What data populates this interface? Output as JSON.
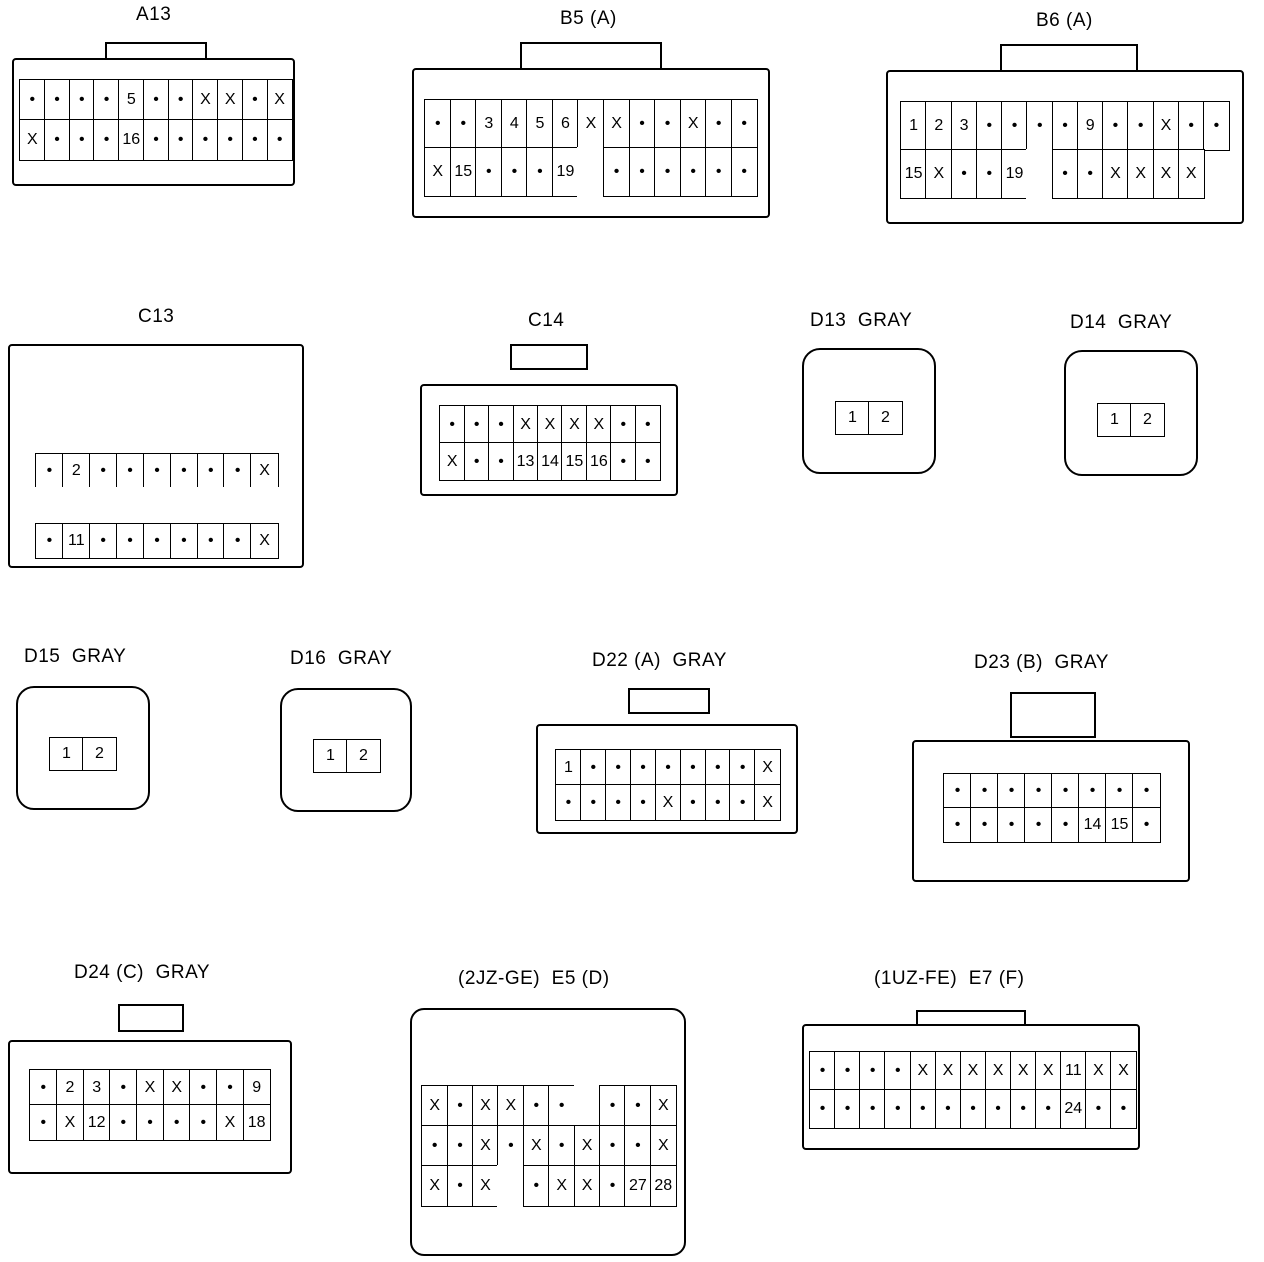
{
  "connectors": {
    "A13": {
      "label": "A13",
      "rows": [
        [
          "•",
          "•",
          "•",
          "•",
          "5",
          "•",
          "•",
          "X",
          "X",
          "•",
          "X"
        ],
        [
          "X",
          "•",
          "•",
          "•",
          "16",
          "•",
          "•",
          "•",
          "•",
          "•",
          "•"
        ]
      ]
    },
    "B5": {
      "label": "B5 (A)",
      "rows": [
        [
          "•",
          "•",
          "3",
          "4",
          "5",
          "6",
          "X",
          "X",
          "•",
          "•",
          "X",
          "•",
          "•"
        ],
        [
          "X",
          "15",
          "•",
          "•",
          "•",
          "19",
          "",
          "•",
          "•",
          "•",
          "•",
          "•",
          "•"
        ]
      ]
    },
    "B6": {
      "label": "B6 (A)",
      "rows": [
        [
          "1",
          "2",
          "3",
          "•",
          "•",
          "•",
          "•",
          "9",
          "•",
          "•",
          "X",
          "•"
        ],
        [
          "•",
          "15",
          "X",
          "•",
          "•",
          "19",
          "",
          "•",
          "•",
          "X",
          "X",
          "X",
          "X"
        ]
      ]
    },
    "C13": {
      "label": "C13",
      "rows": [
        [
          "•",
          "2",
          "•",
          "•",
          "•",
          "•",
          "•",
          "•",
          "X"
        ],
        [
          "•",
          "11",
          "•",
          "•",
          "•",
          "•",
          "•",
          "•",
          "X"
        ]
      ]
    },
    "C14": {
      "label": "C14",
      "rows": [
        [
          "•",
          "•",
          "•",
          "X",
          "X",
          "X",
          "X",
          "•",
          "•"
        ],
        [
          "X",
          "•",
          "•",
          "13",
          "14",
          "15",
          "16",
          "•",
          "•"
        ]
      ]
    },
    "D13": {
      "label": "D13  GRAY",
      "pins": [
        "1",
        "2"
      ]
    },
    "D14": {
      "label": "D14  GRAY",
      "pins": [
        "1",
        "2"
      ]
    },
    "D15": {
      "label": "D15  GRAY",
      "pins": [
        "1",
        "2"
      ]
    },
    "D16": {
      "label": "D16  GRAY",
      "pins": [
        "1",
        "2"
      ]
    },
    "D22": {
      "label": "D22 (A)  GRAY",
      "rows": [
        [
          "1",
          "•",
          "•",
          "•",
          "•",
          "•",
          "•",
          "•",
          "X"
        ],
        [
          "•",
          "•",
          "•",
          "•",
          "X",
          "•",
          "•",
          "•",
          "X"
        ]
      ]
    },
    "D23": {
      "label": "D23 (B)  GRAY",
      "rows": [
        [
          "•",
          "•",
          "•",
          "•",
          "•",
          "•",
          "•",
          "•"
        ],
        [
          "•",
          "•",
          "•",
          "•",
          "•",
          "14",
          "15",
          "•"
        ]
      ]
    },
    "D24": {
      "label": "D24 (C)  GRAY",
      "rows": [
        [
          "•",
          "2",
          "3",
          "•",
          "X",
          "X",
          "•",
          "•",
          "9"
        ],
        [
          "•",
          "X",
          "12",
          "•",
          "•",
          "•",
          "•",
          "X",
          "18"
        ]
      ]
    },
    "E5": {
      "label": "(2JZ-GE)  E5 (D)",
      "rows": [
        [
          "X",
          "•",
          "X",
          "X",
          "•",
          "•",
          "",
          "•",
          "•",
          "X"
        ],
        [
          "•",
          "•",
          "X",
          "•",
          "X",
          "•",
          "X",
          "•",
          "•",
          "X"
        ],
        [
          "X",
          "•",
          "X",
          "",
          "•",
          "X",
          "X",
          "•",
          "27",
          "28"
        ]
      ]
    },
    "E7": {
      "label": "(1UZ-FE)  E7 (F)",
      "rows": [
        [
          "•",
          "•",
          "•",
          "•",
          "X",
          "X",
          "X",
          "X",
          "X",
          "X",
          "11",
          "X",
          "X"
        ],
        [
          "•",
          "•",
          "•",
          "•",
          "•",
          "•",
          "•",
          "•",
          "•",
          "•",
          "24",
          "•",
          "•"
        ]
      ]
    }
  }
}
